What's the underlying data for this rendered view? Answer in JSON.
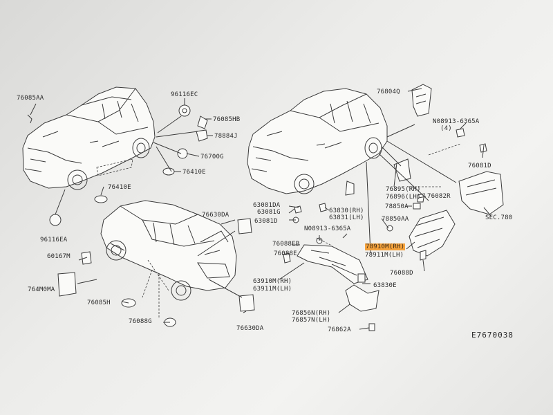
{
  "figure_id": "E7670038",
  "callouts": [
    {
      "id": "c1",
      "text": "76085AA"
    },
    {
      "id": "c2",
      "text": "96116EC"
    },
    {
      "id": "c3",
      "text": "76085HB"
    },
    {
      "id": "c4",
      "text": "78884J"
    },
    {
      "id": "c5",
      "text": "76700G"
    },
    {
      "id": "c6",
      "text": "76410E"
    },
    {
      "id": "c7",
      "text": "76410E"
    },
    {
      "id": "c8",
      "text": "96116EA"
    },
    {
      "id": "c9",
      "text": "76804Q"
    },
    {
      "id": "c10",
      "text": "N08913-6365A"
    },
    {
      "id": "c11",
      "text": "(4)"
    },
    {
      "id": "c12",
      "text": "76081D"
    },
    {
      "id": "c13",
      "text": "76895(RH)"
    },
    {
      "id": "c14",
      "text": "76896(LH)"
    },
    {
      "id": "c15",
      "text": "76082R"
    },
    {
      "id": "c16",
      "text": "SEC.780"
    },
    {
      "id": "c17",
      "text": "63081DA"
    },
    {
      "id": "c18",
      "text": "63081G"
    },
    {
      "id": "c19",
      "text": "63081D"
    },
    {
      "id": "c20",
      "text": "63830(RH)"
    },
    {
      "id": "c21",
      "text": "63831(LH)"
    },
    {
      "id": "c22",
      "text": "N08913-6365A"
    },
    {
      "id": "c23",
      "text": "78850A"
    },
    {
      "id": "c24",
      "text": "78850AA"
    },
    {
      "id": "c25",
      "text": "76630DA"
    },
    {
      "id": "c26",
      "text": "76088EB"
    },
    {
      "id": "c27",
      "text": "76088E"
    },
    {
      "id": "c28",
      "text": "78910M(RH)"
    },
    {
      "id": "c29",
      "text": "78911M(LH)"
    },
    {
      "id": "c30",
      "text": "76088D"
    },
    {
      "id": "c31",
      "text": "60167M"
    },
    {
      "id": "c32",
      "text": "764M0MA"
    },
    {
      "id": "c33",
      "text": "63910M(RH)"
    },
    {
      "id": "c34",
      "text": "63911M(LH)"
    },
    {
      "id": "c35",
      "text": "63830E"
    },
    {
      "id": "c36",
      "text": "76085H"
    },
    {
      "id": "c37",
      "text": "76088G"
    },
    {
      "id": "c38",
      "text": "76856N(RH)"
    },
    {
      "id": "c39",
      "text": "76857N(LH)"
    },
    {
      "id": "c40",
      "text": "76630DA"
    },
    {
      "id": "c41",
      "text": "76862A"
    }
  ],
  "highlight_color": "#f4a23c"
}
